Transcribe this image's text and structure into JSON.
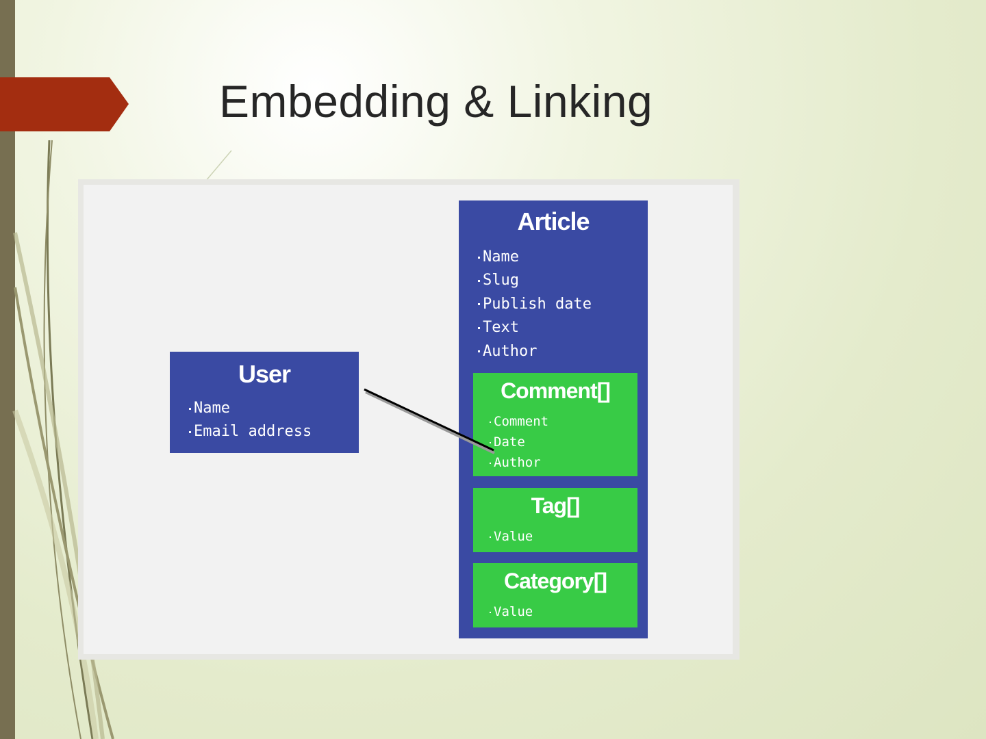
{
  "slide": {
    "title": "Embedding & Linking"
  },
  "colors": {
    "entity_blue": "#3a4aa3",
    "embedded_green": "#38cb46",
    "title_arrow": "#a32d10",
    "left_bar": "#776f51",
    "canvas_bg": "#f2f2f2"
  },
  "diagram": {
    "user": {
      "title": "User",
      "fields": [
        "Name",
        "Email address"
      ]
    },
    "article": {
      "title": "Article",
      "fields": [
        "Name",
        "Slug",
        "Publish date",
        "Text",
        "Author"
      ],
      "embedded": {
        "comment": {
          "title": "Comment[]",
          "fields": [
            "Comment",
            "Date",
            "Author"
          ]
        },
        "tag": {
          "title": "Tag[]",
          "fields": [
            "Value"
          ]
        },
        "category": {
          "title": "Category[]",
          "fields": [
            "Value"
          ]
        }
      }
    },
    "link": {
      "from": "User",
      "to": "Comment[].Author"
    }
  }
}
